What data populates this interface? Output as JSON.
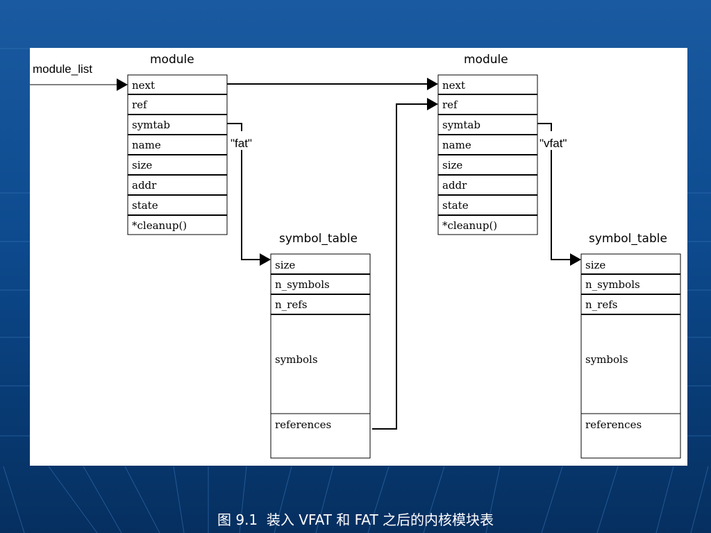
{
  "diagram": {
    "module_list_label": "module_list",
    "module_headers": [
      "module",
      "module"
    ],
    "module_fields": [
      "next",
      "ref",
      "symtab",
      "name",
      "size",
      "addr",
      "state",
      "*cleanup()"
    ],
    "name_labels": [
      "\"fat\"",
      "\"vfat\""
    ],
    "symbol_table_headers": [
      "symbol_table",
      "symbol_table"
    ],
    "symbol_table_fields": [
      "size",
      "n_symbols",
      "n_refs",
      "symbols",
      "references"
    ]
  },
  "caption": {
    "figure_number": "图 9.1",
    "text": "装入 VFAT 和 FAT 之后的内核模块表"
  }
}
